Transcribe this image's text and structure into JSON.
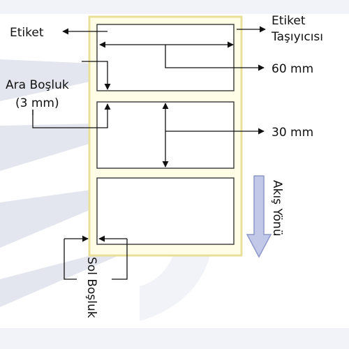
{
  "labels": {
    "label": "Etiket",
    "carrier_line1": "Etiket",
    "carrier_line2": "Taşıyıcısı",
    "gap_line1": "Ara Boşluk",
    "gap_line2": "(3 mm)",
    "width": "60 mm",
    "height": "30 mm",
    "feed_direction": "Akış Yönü",
    "left_margin": "Sol Boşluk"
  },
  "colors": {
    "carrier_fill": "#fffde6",
    "carrier_border": "#e8df99",
    "label_border": "#444444",
    "line": "#111111",
    "arrow_fill": "#c2c9e8",
    "arrow_stroke": "#8d97c9",
    "watermark_light": "#f2f3f8",
    "watermark_dark": "#e4e6ef"
  }
}
